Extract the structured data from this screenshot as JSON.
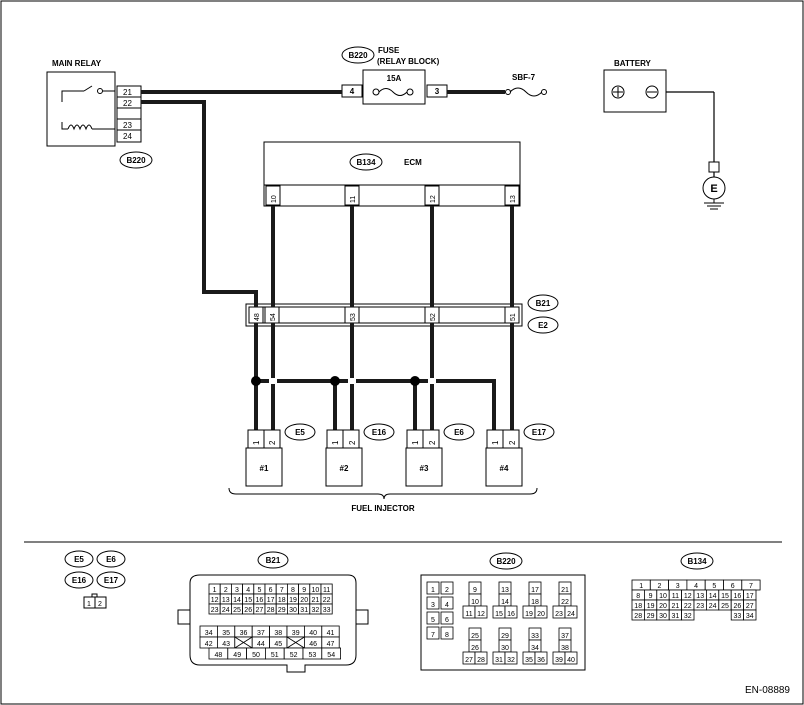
{
  "main_relay": {
    "label": "MAIN RELAY",
    "terminals": [
      "21",
      "22",
      "23",
      "24"
    ],
    "connector": "B220"
  },
  "fuse": {
    "connector": "B220",
    "label_line1": "FUSE",
    "label_line2": "(RELAY BLOCK)",
    "rating": "15A",
    "pin_left": "4",
    "pin_right": "3"
  },
  "sbf": {
    "label": "SBF-7"
  },
  "battery": {
    "label": "BATTERY",
    "plus": "+",
    "minus": "−"
  },
  "ground": {
    "label": "E"
  },
  "ecm": {
    "connector": "B134",
    "label": "ECM",
    "pins": [
      "10",
      "11",
      "12",
      "13"
    ]
  },
  "joint": {
    "connector1": "B21",
    "connector2": "E2",
    "pins": [
      "48",
      "54",
      "53",
      "52",
      "51"
    ]
  },
  "injectors": [
    {
      "name": "#1",
      "connector": "E5",
      "pins": [
        "1",
        "2"
      ]
    },
    {
      "name": "#2",
      "connector": "E16",
      "pins": [
        "1",
        "2"
      ]
    },
    {
      "name": "#3",
      "connector": "E6",
      "pins": [
        "1",
        "2"
      ]
    },
    {
      "name": "#4",
      "connector": "E17",
      "pins": [
        "1",
        "2"
      ]
    }
  ],
  "fuel_injector_label": "FUEL INJECTOR",
  "legend": {
    "small": {
      "connectors": [
        "E5",
        "E6",
        "E16",
        "E17"
      ],
      "pins": [
        "1",
        "2"
      ]
    },
    "b21": {
      "label": "B21",
      "rows": [
        [
          "1",
          "2",
          "3",
          "4",
          "5",
          "6",
          "7",
          "8",
          "9",
          "10",
          "11"
        ],
        [
          "12",
          "13",
          "14",
          "15",
          "16",
          "17",
          "18",
          "19",
          "20",
          "21",
          "22"
        ],
        [
          "23",
          "24",
          "25",
          "26",
          "27",
          "28",
          "29",
          "30",
          "31",
          "32",
          "33"
        ],
        [
          "34",
          "35",
          "36",
          "37",
          "38",
          "39",
          "40",
          "41"
        ],
        [
          "42",
          "43",
          "",
          "44",
          "45",
          "",
          "46",
          "47"
        ],
        [
          "48",
          "49",
          "50",
          "51",
          "52",
          "53",
          "54"
        ]
      ]
    },
    "b220": {
      "label": "B220",
      "pins": [
        "1",
        "2",
        "3",
        "4",
        "5",
        "6",
        "7",
        "8",
        "9",
        "10",
        "11",
        "12",
        "13",
        "14",
        "15",
        "16",
        "17",
        "18",
        "19",
        "20",
        "21",
        "22",
        "23",
        "24",
        "25",
        "26",
        "27",
        "28",
        "29",
        "30",
        "31",
        "32",
        "33",
        "34",
        "35",
        "36",
        "37",
        "38",
        "39",
        "40"
      ]
    },
    "b134": {
      "label": "B134",
      "rows": [
        [
          "1",
          "2",
          "3",
          "4",
          "5",
          "6",
          "7"
        ],
        [
          "8",
          "9",
          "10",
          "11",
          "12",
          "13",
          "14",
          "15",
          "16",
          "17"
        ],
        [
          "18",
          "19",
          "20",
          "21",
          "22",
          "23",
          "24",
          "25",
          "26",
          "27"
        ],
        [
          "28",
          "29",
          "30",
          "31",
          "32",
          "",
          "",
          "",
          "33",
          "34"
        ]
      ]
    }
  },
  "doc_id": "EN-08889"
}
